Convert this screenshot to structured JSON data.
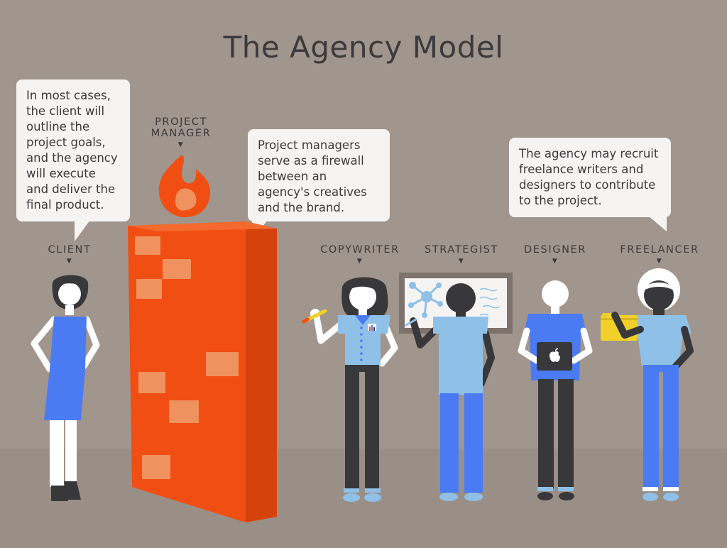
{
  "title": "The Agency Model",
  "bubbles": {
    "client": "In most cases, the client will outline the project goals, and the agency will execute and deliver the final product.",
    "pm": "Project managers serve as a firewall between an agency's creatives and the brand.",
    "freelance": "The agency may recruit freelance writers and designers to contribute to the project."
  },
  "roles": {
    "client": "CLIENT",
    "project_manager": "PROJECT MANAGER",
    "copywriter": "COPYWRITER",
    "strategist": "STRATEGIST",
    "designer": "DESIGNER",
    "freelancer": "FREELANCER"
  },
  "colors": {
    "background": "#a1968d",
    "text": "#3b3a3c",
    "bubble": "#f5f4f2",
    "wall": "#f04e12",
    "brick": "#f0925f",
    "fire": "#f04e12",
    "blue": "#4b7bf2",
    "light_blue": "#8fc1e8",
    "dark": "#38383b",
    "folder": "#f2d02a"
  },
  "icons": [
    "fire-icon",
    "apple-logo-icon",
    "pencil-icon",
    "network-chart-icon"
  ]
}
